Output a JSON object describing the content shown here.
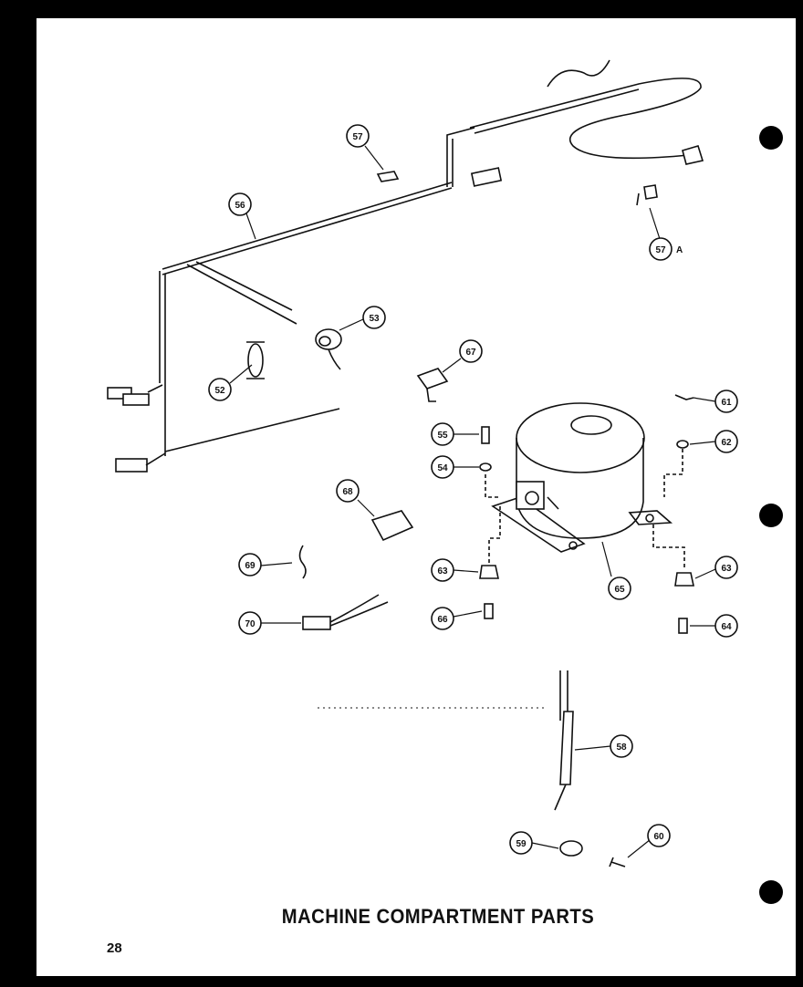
{
  "title": "MACHINE COMPARTMENT PARTS",
  "page_number": "28",
  "callouts": [
    {
      "id": "c57",
      "label": "57"
    },
    {
      "id": "c56",
      "label": "56"
    },
    {
      "id": "c57a",
      "label": "57",
      "suffix": "A"
    },
    {
      "id": "c53",
      "label": "53"
    },
    {
      "id": "c52",
      "label": "52"
    },
    {
      "id": "c67",
      "label": "67"
    },
    {
      "id": "c61",
      "label": "61"
    },
    {
      "id": "c55",
      "label": "55"
    },
    {
      "id": "c62",
      "label": "62"
    },
    {
      "id": "c54",
      "label": "54"
    },
    {
      "id": "c68",
      "label": "68"
    },
    {
      "id": "c65",
      "label": "65"
    },
    {
      "id": "c69",
      "label": "69"
    },
    {
      "id": "c63l",
      "label": "63"
    },
    {
      "id": "c63r",
      "label": "63"
    },
    {
      "id": "c70",
      "label": "70"
    },
    {
      "id": "c66",
      "label": "66"
    },
    {
      "id": "c64",
      "label": "64"
    },
    {
      "id": "c58",
      "label": "58"
    },
    {
      "id": "c59",
      "label": "59"
    },
    {
      "id": "c60",
      "label": "60"
    }
  ],
  "colors": {
    "ink": "#111111",
    "paper": "#ffffff",
    "frame": "#000000"
  }
}
